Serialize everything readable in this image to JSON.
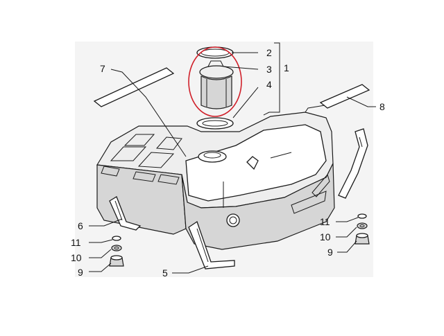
{
  "diagram": {
    "callouts": [
      {
        "id": "c1",
        "label": "1"
      },
      {
        "id": "c2",
        "label": "2"
      },
      {
        "id": "c3",
        "label": "3"
      },
      {
        "id": "c4",
        "label": "4"
      },
      {
        "id": "c5",
        "label": "5"
      },
      {
        "id": "c6",
        "label": "6"
      },
      {
        "id": "c7",
        "label": "7"
      },
      {
        "id": "c8",
        "label": "8"
      },
      {
        "id": "c9l",
        "label": "9"
      },
      {
        "id": "c10l",
        "label": "10"
      },
      {
        "id": "c11l",
        "label": "11"
      },
      {
        "id": "c9r",
        "label": "9"
      },
      {
        "id": "c10r",
        "label": "10"
      },
      {
        "id": "c11r",
        "label": "11"
      }
    ],
    "highlight_color": "#d0202a",
    "line_color": "#1a1a1a",
    "shade_color": "#d6d6d6"
  }
}
